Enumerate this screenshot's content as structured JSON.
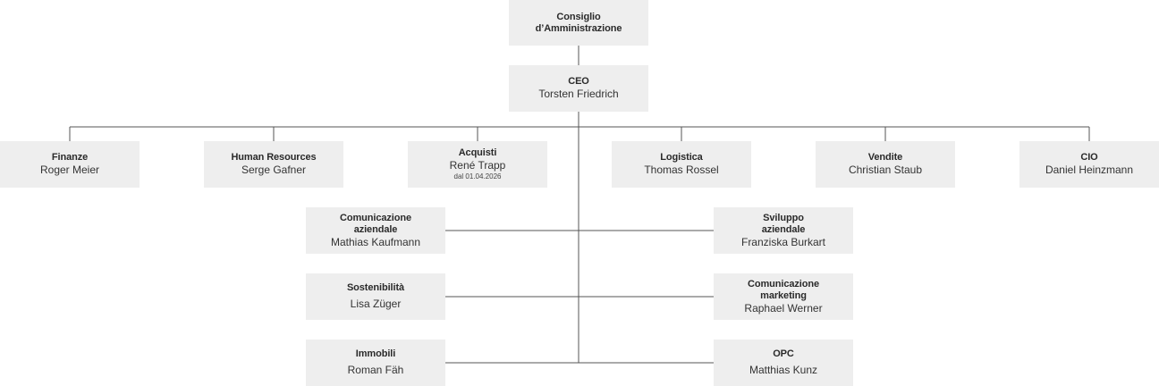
{
  "board": {
    "title": "Consiglio d’Amministrazione"
  },
  "ceo": {
    "role": "CEO",
    "name": "Torsten Friedrich"
  },
  "departments": [
    {
      "role": "Finanze",
      "name": "Roger Meier",
      "note": ""
    },
    {
      "role": "Human Resources",
      "name": "Serge Gafner",
      "note": ""
    },
    {
      "role": "Acquisti",
      "name": "René Trapp",
      "note": "dal 01.04.2026"
    },
    {
      "role": "Logistica",
      "name": "Thomas Rossel",
      "note": ""
    },
    {
      "role": "Vendite",
      "name": "Christian Staub",
      "note": ""
    },
    {
      "role": "CIO",
      "name": "Daniel Heinzmann",
      "note": ""
    }
  ],
  "staff_left": [
    {
      "role": "Comunicazione aziendale",
      "name": "Mathias Kaufmann"
    },
    {
      "role": "Sostenibilità",
      "name": "Lisa Züger"
    },
    {
      "role": "Immobili",
      "name": "Roman Fäh"
    }
  ],
  "staff_right": [
    {
      "role": "Sviluppo aziendale",
      "name": "Franziska Burkart"
    },
    {
      "role": "Comunicazione marketing",
      "name": "Raphael Werner"
    },
    {
      "role": "OPC",
      "name": "Matthias Kunz"
    }
  ]
}
